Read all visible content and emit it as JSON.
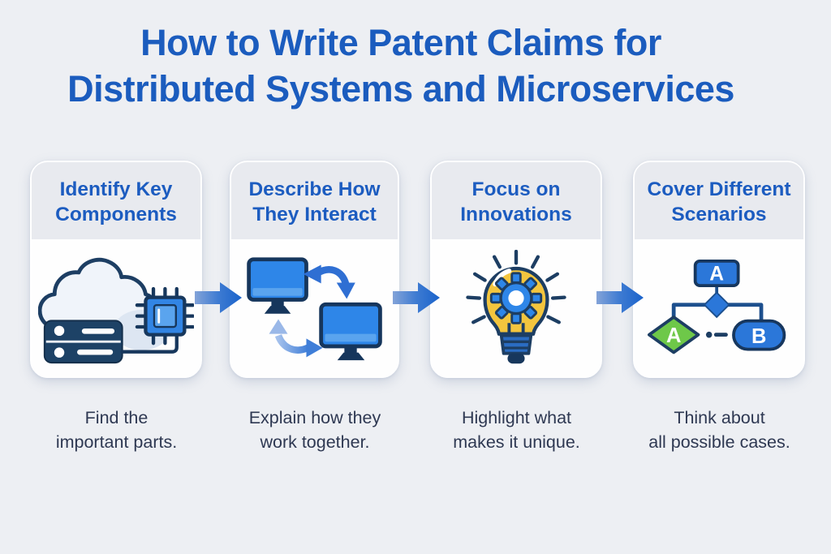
{
  "title": {
    "line1": "How to Write Patent Claims for",
    "line2": "Distributed Systems and Microservices"
  },
  "steps": [
    {
      "heading": [
        "Identify Key",
        "Components"
      ],
      "caption": [
        "Find the",
        "important parts."
      ],
      "icon": "cloud-server-chip-icon"
    },
    {
      "heading": [
        "Describe How",
        "They Interact"
      ],
      "caption": [
        "Explain how they",
        "work together."
      ],
      "icon": "monitors-sync-icon"
    },
    {
      "heading": [
        "Focus on",
        "Innovations"
      ],
      "caption": [
        "Highlight what",
        "makes it unique."
      ],
      "icon": "lightbulb-gear-icon"
    },
    {
      "heading": [
        "Cover Different",
        "Scenarios"
      ],
      "caption": [
        "Think about",
        "all possible cases."
      ],
      "icon": "flowchart-icon",
      "labels": {
        "top": "A",
        "branch_left": "A",
        "branch_right": "B"
      }
    }
  ],
  "connector": "arrow-right-icon",
  "colors": {
    "background": "#EDEFF3",
    "card_header": "#E8EAEF",
    "title_blue": "#1B5CBE",
    "heading_blue": "#1C5CC0",
    "caption_navy": "#2E3852",
    "outline_navy": "#1D3E63",
    "icon_blue": "#2E86E8",
    "arrow_blue": "#1A63CB",
    "bulb_yellow": "#F3C53E",
    "diamond_green": "#6EC849"
  }
}
